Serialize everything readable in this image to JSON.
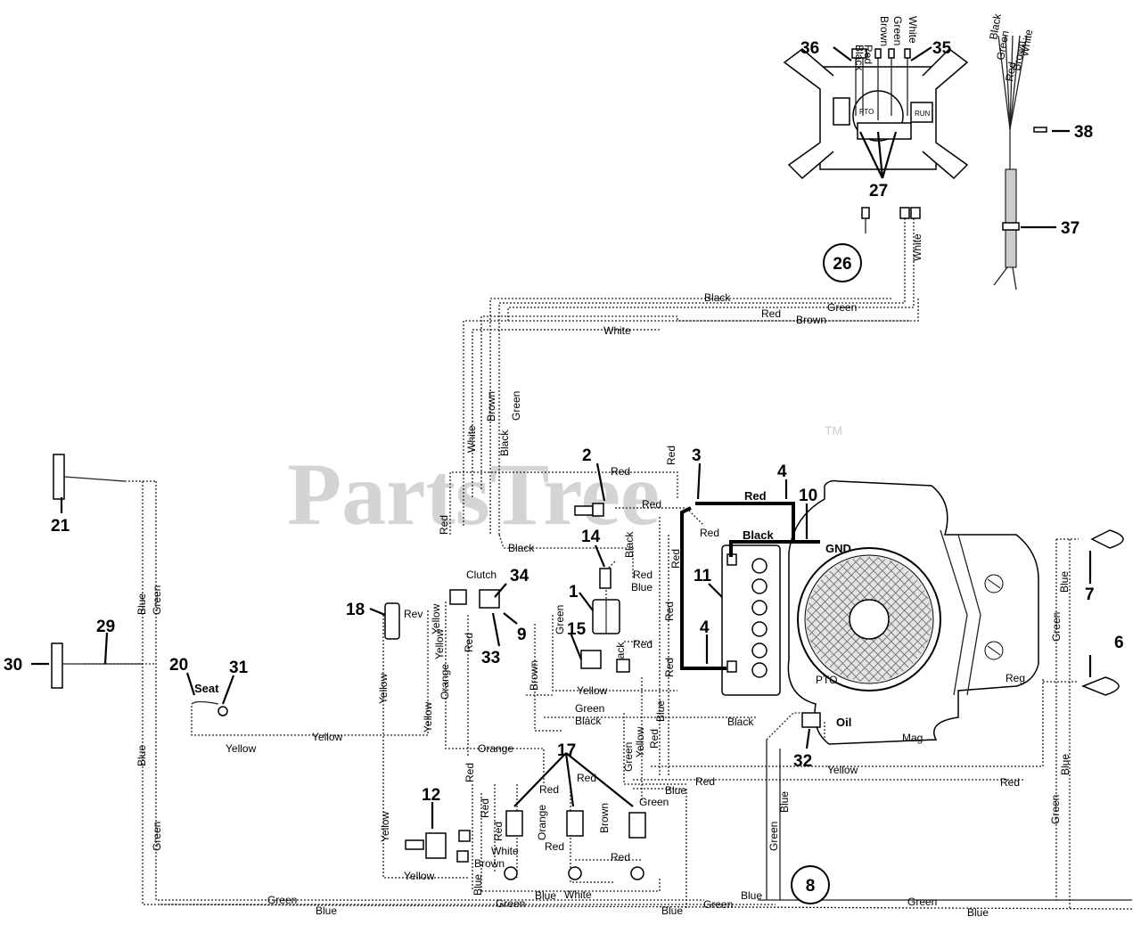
{
  "watermark": {
    "brand": "PartsTree",
    "trademark": "TM"
  },
  "callouts": {
    "c1": "1",
    "c2": "2",
    "c3": "3",
    "c4a": "4",
    "c4b": "4",
    "c6": "6",
    "c7": "7",
    "c8": "8",
    "c9": "9",
    "c10": "10",
    "c11": "11",
    "c12": "12",
    "c14": "14",
    "c15": "15",
    "c17": "17",
    "c18": "18",
    "c20": "20",
    "c21": "21",
    "c26": "26",
    "c27": "27",
    "c29": "29",
    "c30": "30",
    "c31": "31",
    "c32": "32",
    "c33": "33",
    "c34": "34",
    "c35": "35",
    "c36": "36",
    "c37": "37",
    "c38": "38"
  },
  "terminals": {
    "gnd": "GND",
    "clutch": "Clutch",
    "rev": "Rev",
    "seat": "Seat",
    "pto": "PTO",
    "oil": "Oil",
    "mag": "Mag",
    "reg": "Reg"
  },
  "harness_labels": {
    "top": [
      "Black",
      "Red",
      "Brown",
      "Green",
      "White"
    ],
    "right": [
      "Black",
      "Green",
      "Red",
      "Brown",
      "White"
    ]
  },
  "switch_labels": {
    "pto": "PTO",
    "run": "RUN"
  },
  "wires": {
    "w_black_top": "Black",
    "w_green_top": "Green",
    "w_red_top": "Red",
    "w_brown_top": "Brown",
    "w_white_top": "White",
    "w_white_vert": "White",
    "w_white_v": "White",
    "w_brown_v": "Brown",
    "w_black_v": "Black",
    "w_green_v": "Green",
    "w_red_h1": "Red",
    "w_red_v1": "Red",
    "w_red_v2": "Red",
    "w_red_2": "Red",
    "w_red_3": "Red",
    "w_red_4": "Red",
    "w_black_bat": "Black",
    "w_black_14": "Black",
    "w_black_14v": "Black",
    "w_red_14": "Red",
    "w_blue_14": "Blue",
    "w_red_v3": "Red",
    "w_red_v4": "Red",
    "w_red_v5": "Red",
    "w_blue_21": "Blue",
    "w_green_21": "Green",
    "w_yellow_rev": "Yellow",
    "w_yellow_v1": "Yellow",
    "w_yellow_v2": "Yellow",
    "w_yellow_v3": "Yellow",
    "w_orange_v": "Orange",
    "w_red_v6": "Red",
    "w_green_v2": "Green",
    "w_brown_v2": "Brown",
    "w_red_15": "Red",
    "w_black_15": "Black",
    "w_yellow_h1": "Yellow",
    "w_green_h1": "Green",
    "w_black_h1": "Black",
    "w_blue_v1": "Blue",
    "w_black_oil": "Black",
    "w_yellow_seat1": "Yellow",
    "w_yellow_seat2": "Yellow",
    "w_orange_h": "Orange",
    "w_yellow_v4": "Yellow",
    "w_green_v3": "Green",
    "w_red_v7": "Red",
    "w_yellow_h2": "Yellow",
    "w_red_h2": "Red",
    "w_red_h3": "Red",
    "w_blue_h1": "Blue",
    "w_blue_left": "Blue",
    "w_green_left": "Green",
    "w_red_17a": "Red",
    "w_red_17b": "Red",
    "w_red_17c": "Red",
    "w_red_17d": "Red",
    "w_orange_17": "Orange",
    "w_brown_17": "Brown",
    "w_green_17": "Green",
    "w_red_17e": "Red",
    "w_red_17f": "Red",
    "w_white_17": "White",
    "w_brown_17b": "Brown",
    "w_yellow_12": "Yellow",
    "w_yellow_12b": "Yellow",
    "w_blue_12": "Blue",
    "w_white_17b": "White",
    "w_blue_17b": "Blue",
    "w_green_b1": "Green",
    "w_blue_b1": "Blue",
    "w_green_b2": "Green",
    "w_blue_b2": "Blue",
    "w_blue_b3": "Blue",
    "w_green_b3": "Green",
    "w_green_b4": "Green",
    "w_blue_b4": "Blue",
    "w_green_8": "Green",
    "w_blue_8": "Blue",
    "w_blue_r1": "Blue",
    "w_green_r1": "Green",
    "w_blue_r2": "Blue",
    "w_green_r2": "Green"
  }
}
